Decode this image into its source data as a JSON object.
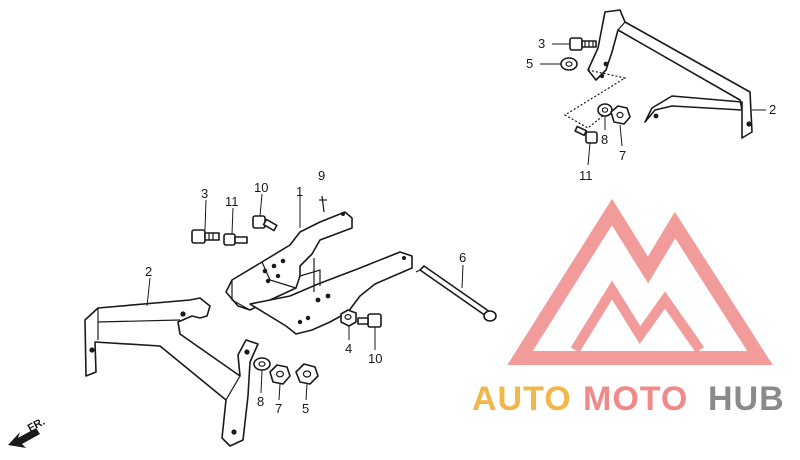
{
  "callouts": {
    "upper_right": [
      "3",
      "5",
      "8",
      "7",
      "11",
      "2"
    ],
    "main": [
      "3",
      "11",
      "10",
      "1",
      "9",
      "6",
      "2",
      "4",
      "10",
      "8",
      "7",
      "5"
    ]
  },
  "direction_label": "FR.",
  "watermark": {
    "word_a": "AUTO",
    "word_b": "MOTO",
    "word_c": "HUB",
    "color_a": "#f2b64a",
    "color_b": "#f08a8a",
    "color_c": "#8a8a8a"
  }
}
